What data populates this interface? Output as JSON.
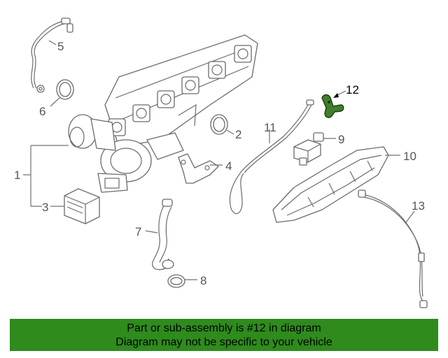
{
  "callouts": {
    "c1": "1",
    "c2": "2",
    "c3": "3",
    "c4": "4",
    "c5": "5",
    "c6": "6",
    "c7": "7",
    "c8": "8",
    "c9": "9",
    "c10": "10",
    "c11": "11",
    "c12": "12",
    "c13": "13"
  },
  "highlight": {
    "part_number": "12",
    "color": "#2e8b1c"
  },
  "banner": {
    "line1": "Part or sub-assembly is #12 in diagram",
    "line2": "Diagram may not be specific to your vehicle"
  }
}
